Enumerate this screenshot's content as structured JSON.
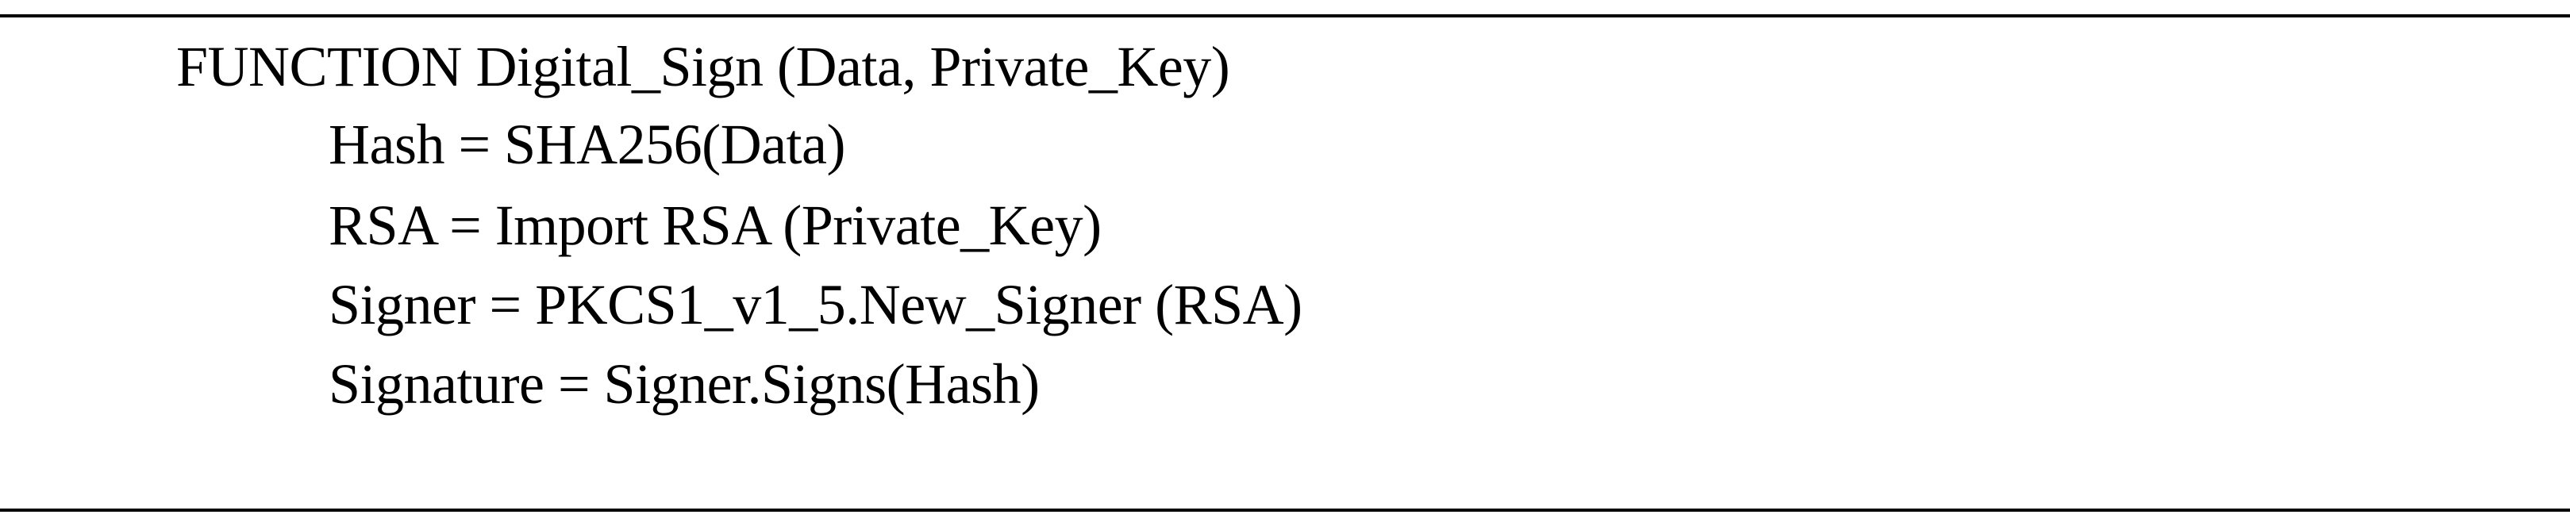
{
  "algorithm": {
    "lines": [
      "FUNCTION Digital_Sign (Data, Private_Key)",
      "Hash = SHA256(Data)",
      "RSA = Import RSA (Private_Key)",
      "Signer = PKCS1_v1_5.New_Signer (RSA)",
      "Signature = Signer.Signs(Hash)"
    ]
  }
}
